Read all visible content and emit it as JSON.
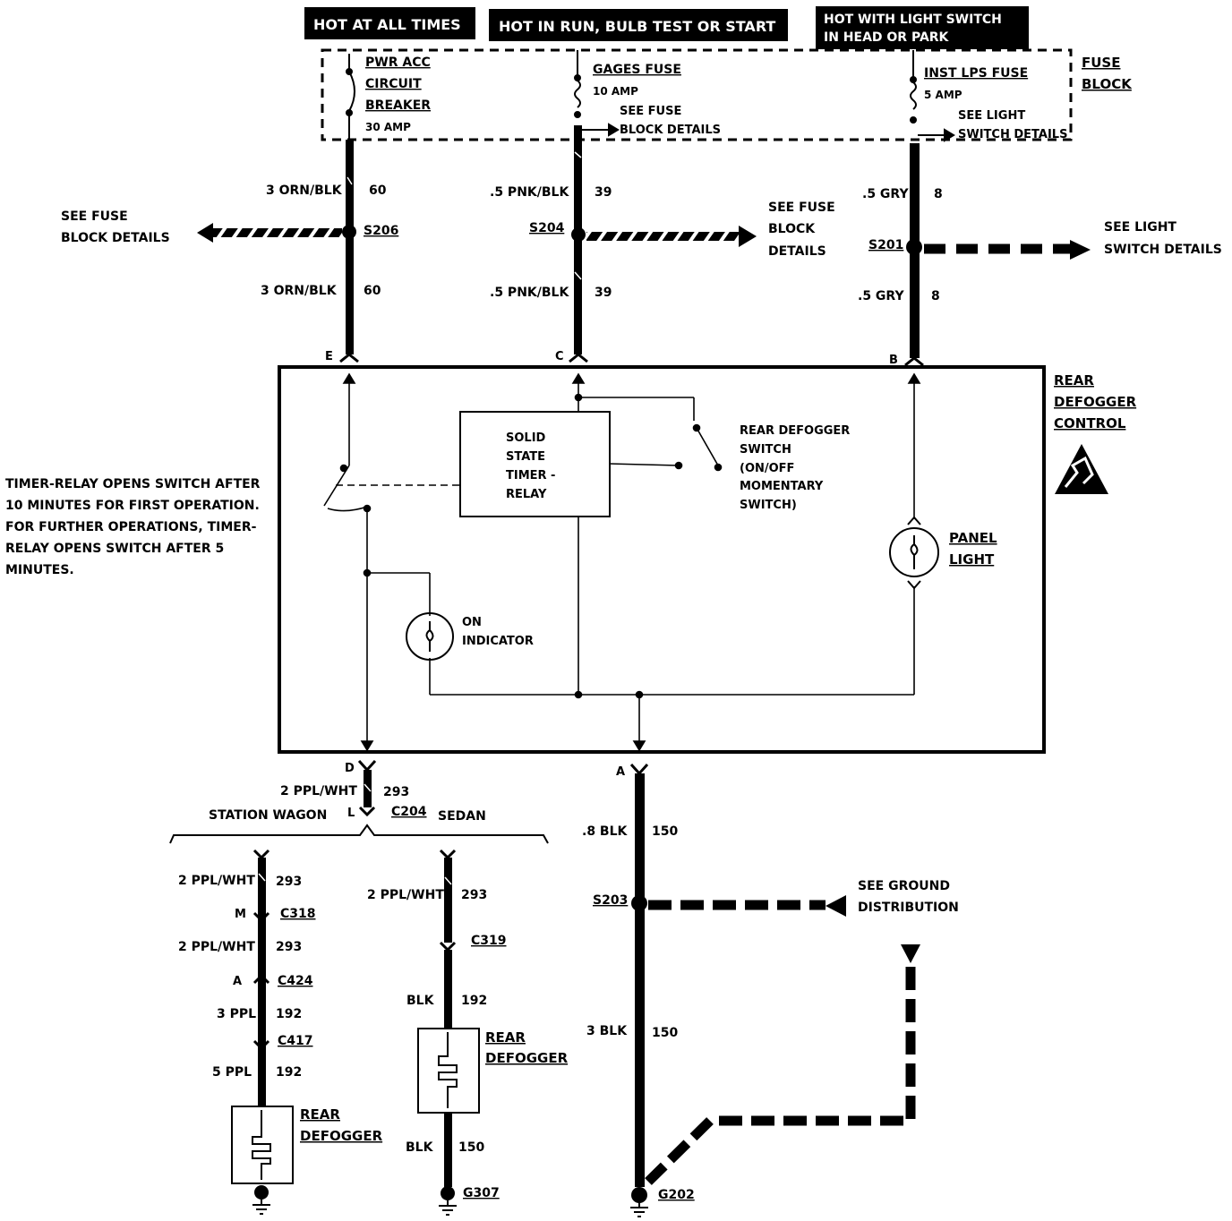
{
  "headers": {
    "hot_all_times": "HOT AT ALL TIMES",
    "hot_run": "HOT IN RUN,   BULB TEST OR START",
    "hot_light_1": "HOT WITH LIGHT SWITCH",
    "hot_light_2": "IN HEAD OR PARK"
  },
  "fuse_block": {
    "label_1": "FUSE",
    "label_2": "BLOCK",
    "breaker_1": "PWR ACC",
    "breaker_2": "CIRCUIT",
    "breaker_3": "BREAKER",
    "breaker_rating": "30 AMP",
    "gages_fuse": "GAGES FUSE",
    "gages_rating": "10 AMP",
    "see_fuse_1": "SEE FUSE",
    "see_fuse_2": "BLOCK DETAILS",
    "inst_fuse": "INST LPS FUSE",
    "inst_rating": "5 AMP",
    "see_light_1": "SEE LIGHT",
    "see_light_2": "SWITCH DETAILS"
  },
  "wires": {
    "orn_blk": "3 ORN/BLK",
    "c60": "60",
    "pnk_blk": ".5 PNK/BLK",
    "c39": "39",
    "gry": ".5 GRY",
    "c8": "8",
    "ppl_wht": "2 PPL/WHT",
    "c293": "293",
    "blk_08": ".8 BLK",
    "c150": "150",
    "blk_3": "3 BLK",
    "ppl_3": "3 PPL",
    "c192": "192",
    "ppl_5": "5 PPL",
    "blk": "BLK"
  },
  "splices": {
    "s206": "S206",
    "s204": "S204",
    "s201": "S201",
    "s203": "S203"
  },
  "refs": {
    "see_fuse_left_1": "SEE FUSE",
    "see_fuse_left_2": "BLOCK DETAILS",
    "see_fuse_mid_1": "SEE FUSE",
    "see_fuse_mid_2": "BLOCK",
    "see_fuse_mid_3": "DETAILS",
    "see_light_right_1": "SEE LIGHT",
    "see_light_right_2": "SWITCH DETAILS",
    "see_ground_1": "SEE GROUND",
    "see_ground_2": "DISTRIBUTION"
  },
  "pins": {
    "e": "E",
    "c": "C",
    "b": "B",
    "d": "D",
    "a": "A",
    "l": "L",
    "m": "M",
    "a2": "A"
  },
  "control": {
    "title_1": "REAR",
    "title_2": "DEFOGGER",
    "title_3": "CONTROL",
    "timer_1": "SOLID",
    "timer_2": "STATE",
    "timer_3": "TIMER -",
    "timer_4": "RELAY",
    "switch_1": "REAR DEFOGGER",
    "switch_2": "SWITCH",
    "switch_3": "(ON/OFF",
    "switch_4": "MOMENTARY",
    "switch_5": "SWITCH)",
    "panel_1": "PANEL",
    "panel_2": "LIGHT",
    "on_1": "ON",
    "on_2": "INDICATOR"
  },
  "note": {
    "line_1": "TIMER-RELAY OPENS SWITCH AFTER",
    "line_2": "10 MINUTES FOR FIRST OPERATION.",
    "line_3": "FOR FURTHER OPERATIONS, TIMER-",
    "line_4": "RELAY OPENS SWITCH AFTER 5",
    "line_5": "MINUTES."
  },
  "connectors": {
    "c204": "C204",
    "c318": "C318",
    "c424": "C424",
    "c417": "C417",
    "c319": "C319"
  },
  "variants": {
    "wagon": "STATION WAGON",
    "sedan": "SEDAN"
  },
  "defogger": {
    "label_1": "REAR",
    "label_2": "DEFOGGER"
  },
  "grounds": {
    "g307": "G307",
    "g202": "G202"
  }
}
